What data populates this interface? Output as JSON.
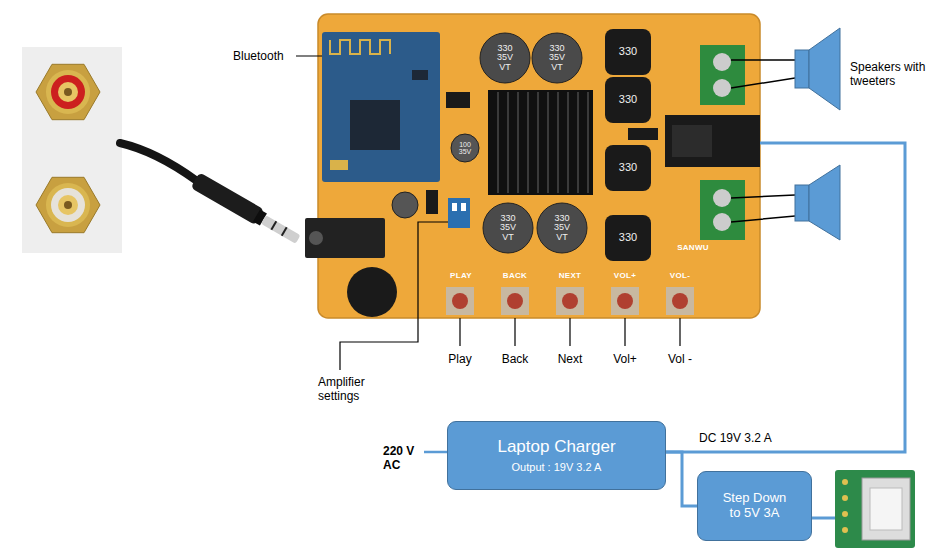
{
  "diagram": {
    "nodes": [
      {
        "text": [
          "SANWU",
          "PLAY",
          "BACK",
          "NEXT",
          "VOL+",
          "VOL-"
        ]
      },
      {
        "text": [
          "Laptop Charger",
          "Output : 19V 3.2 A"
        ]
      },
      {
        "text": [
          "Step Down to 5V 3A"
        ]
      }
    ],
    "edges": [
      {
        "from": 1,
        "to": 0,
        "arrow": "none",
        "label": "DC 19V 3.2 A"
      },
      {
        "from": 1,
        "to": 2,
        "arrow": "none"
      }
    ],
    "labels": [
      "Bluetooth",
      "Speakers with tweeters",
      "Amplifier settings",
      "Play",
      "Back",
      "Next",
      "Vol+",
      "Vol -",
      "220 V AC",
      "330 35V VT",
      "330 35V VT",
      "330 35V VT",
      "330 35V VT",
      "330",
      "330",
      "330",
      "330",
      "100 35V"
    ]
  }
}
